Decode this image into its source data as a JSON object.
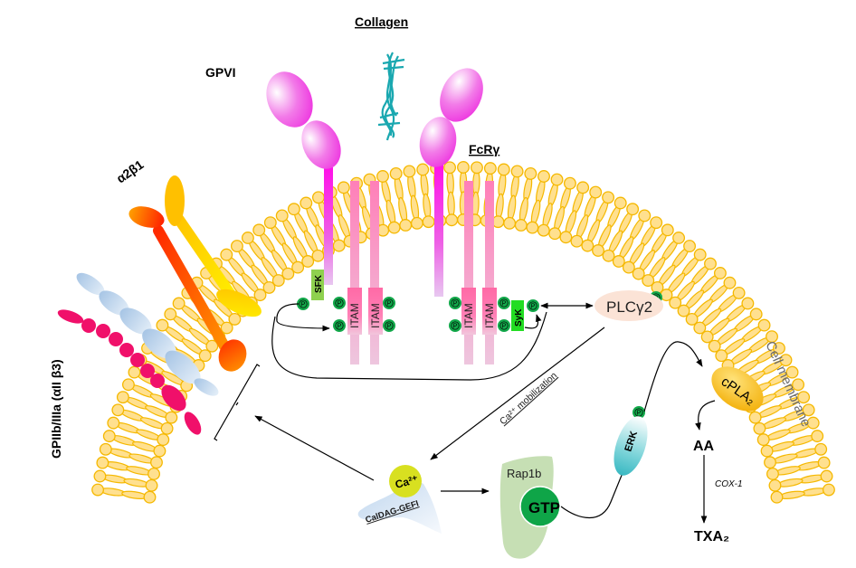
{
  "title": "Collagen-induced platelet signaling via GPVI/FcRγ",
  "labels": {
    "collagen": "Collagen",
    "gpvi": "GPVI",
    "fcr": "FcRγ",
    "a2b1": "α2β1",
    "gpiib": "GPIIb/IIIa (αII β3)",
    "cell_membrane": "Cell membrane",
    "sfk": "SFK",
    "itam": "ITAM",
    "syk": "SyK",
    "plc": "PLCγ2",
    "phospho": "P",
    "ca_mobilization": "Ca²⁺ mobilization",
    "ca": "Ca²⁺",
    "caldag": "CalDAG-GEFI",
    "rap1b": "Rap1b",
    "gtp": "GTP",
    "erk": "ERK",
    "cpla2": "cPLA₂",
    "aa": "AA",
    "cox1": "COX-1",
    "txa2": "TXA₂"
  },
  "colors": {
    "membrane_fill": "#ffe08f",
    "membrane_stroke": "#f5b800",
    "receptor_magenta": "#ff1ee6",
    "itam_pink": "#ff6fa8",
    "phospho_green": "#12a84a",
    "sfk_green": "#8fd14f",
    "syk_green": "#22dd22",
    "plc_fill": "#fbe3d6",
    "collagen": "#1aa8b0",
    "ca_yellow": "#d8e020",
    "rap1b_green": "#c6dfb4",
    "gtp_green": "#0fa548",
    "erk_teal": "#5ec8d0",
    "cpla2_gold": "#f5b800",
    "gpiib_pink": "#f0106a",
    "gpiib_blue": "#a9c7e6"
  }
}
